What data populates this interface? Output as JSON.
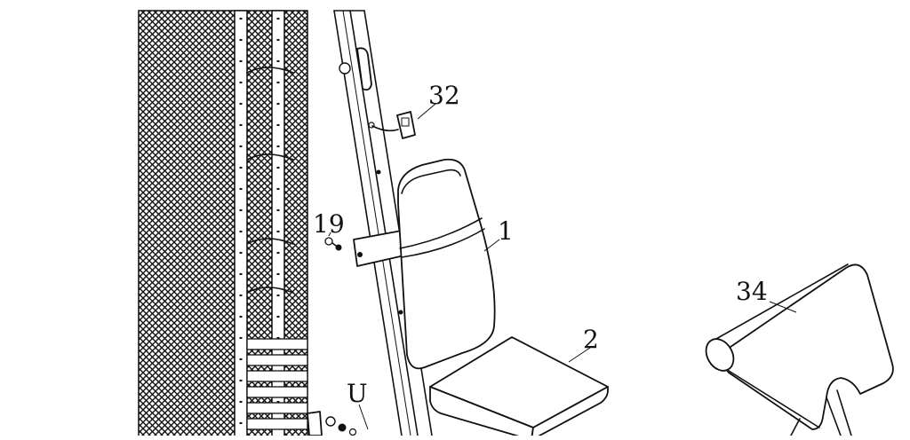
{
  "callouts": {
    "c32": "32",
    "c19": "19",
    "c1": "1",
    "c2": "2",
    "c34": "34",
    "cU": "U"
  },
  "colors": {
    "ink": "#111111",
    "paper": "#ffffff"
  }
}
